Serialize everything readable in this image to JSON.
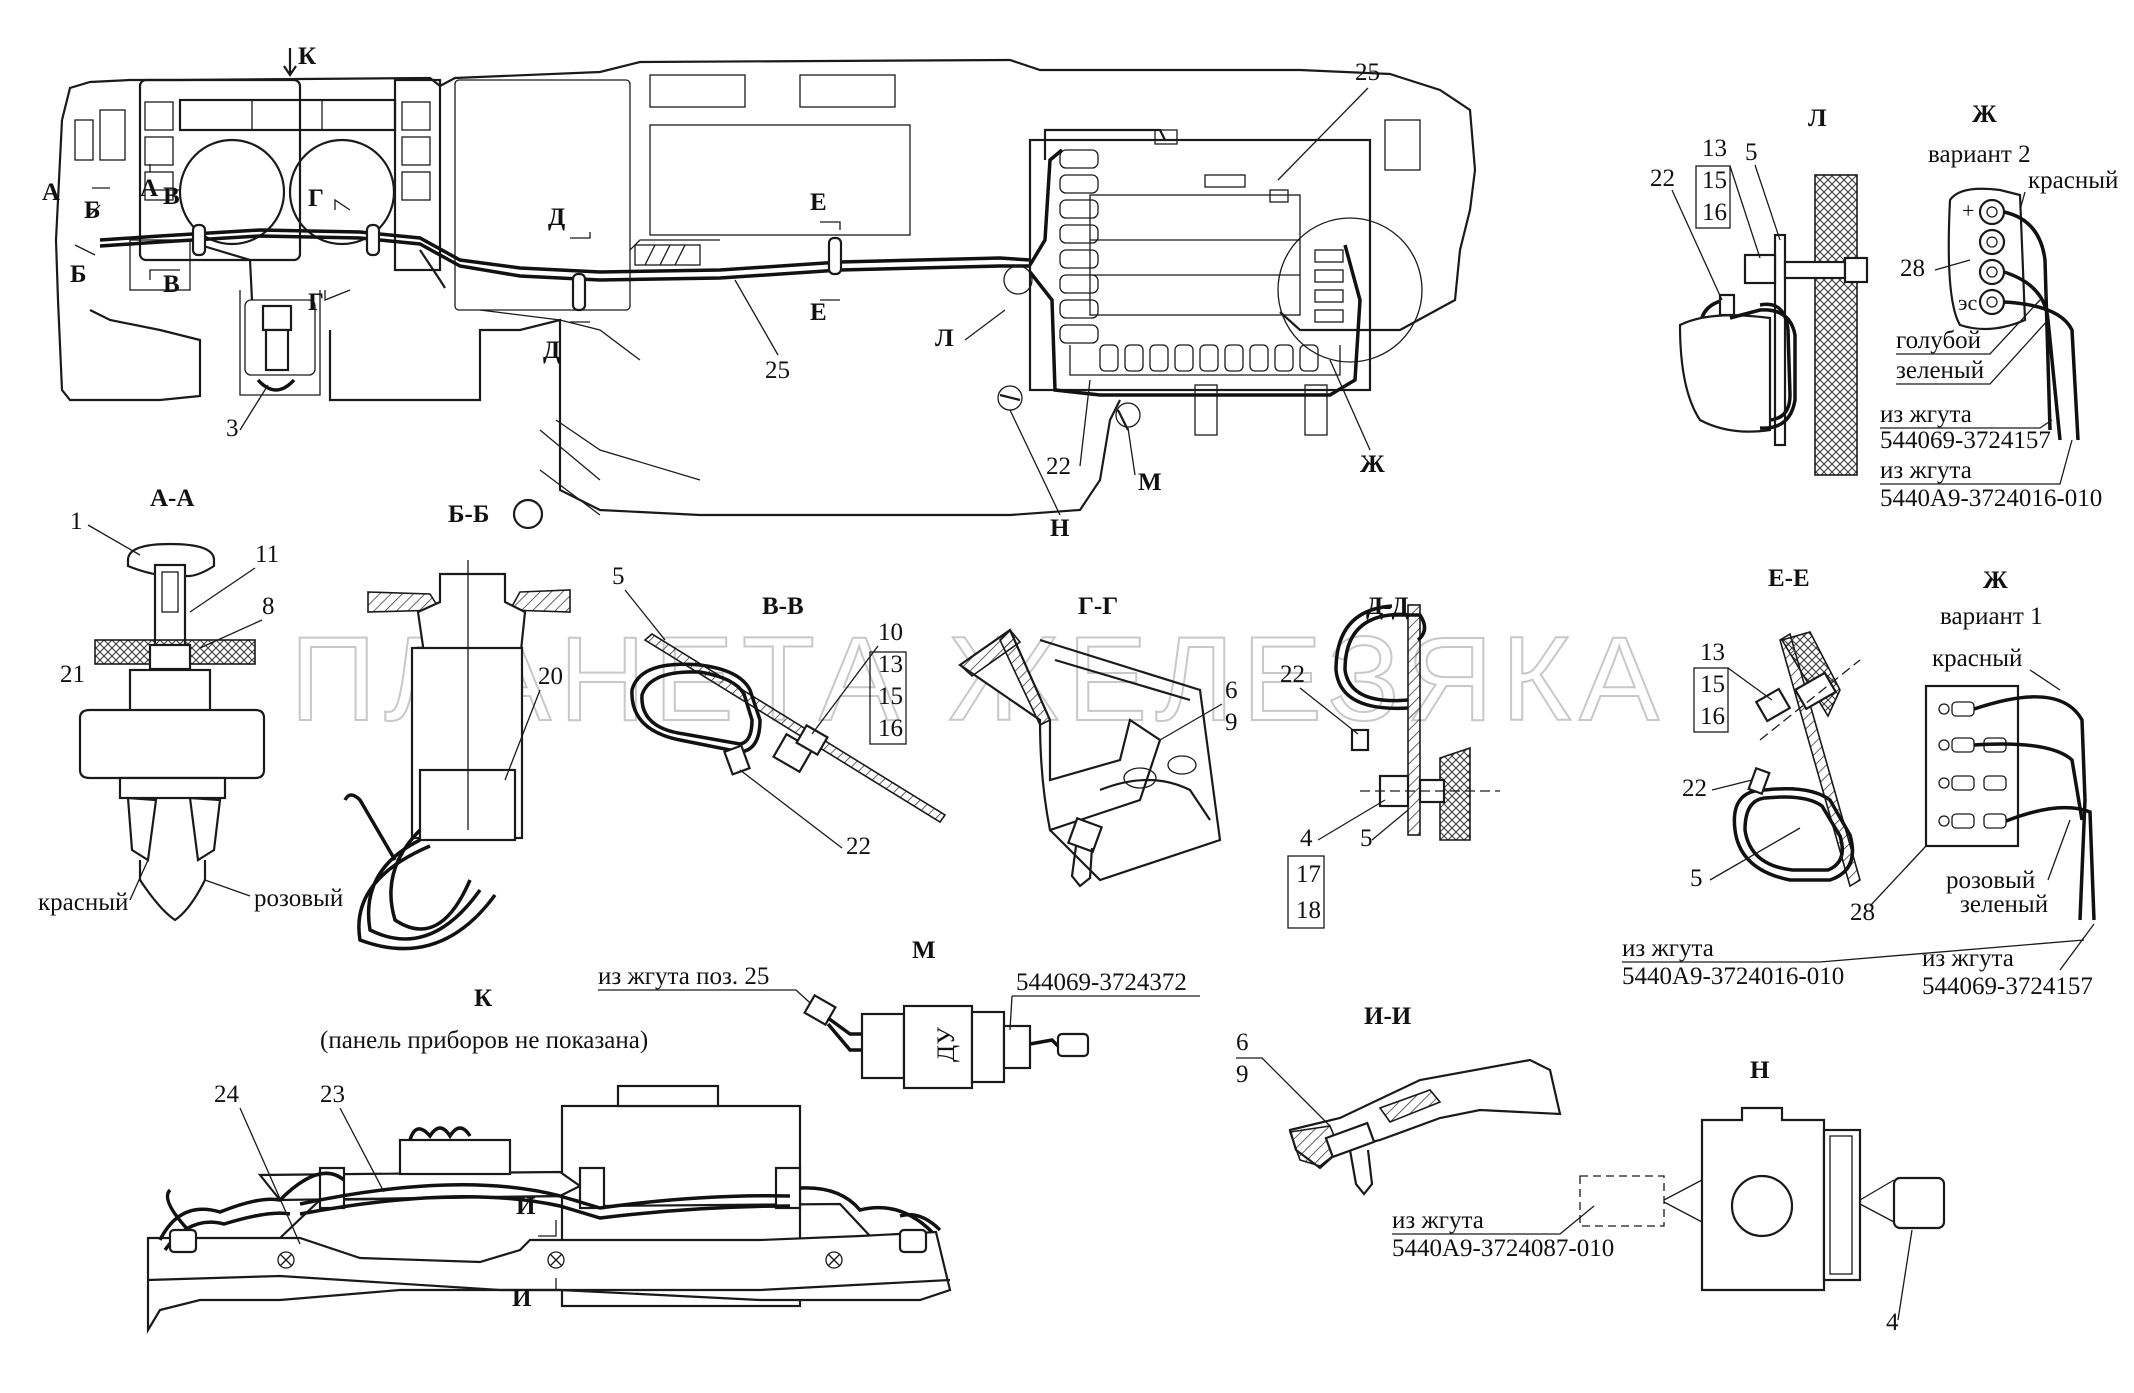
{
  "watermark": "ПЛАНЕТА ЖЕЛЕЗЯКА",
  "main_view": {
    "view_k_arrow": "К",
    "callouts": [
      "А",
      "А",
      "Б",
      "Б",
      "В",
      "В",
      "Г",
      "Г",
      "Д",
      "Д",
      "Е",
      "Е",
      "Л",
      "Н",
      "М",
      "Ж",
      "3",
      "22",
      "25",
      "25"
    ]
  },
  "section_AA": {
    "title": "А-А",
    "nums": [
      "1",
      "11",
      "8",
      "21"
    ],
    "wire_a": "красный",
    "wire_b": "розовый"
  },
  "section_BB": {
    "title": "Б-Б",
    "nums": [
      "20"
    ]
  },
  "section_VV": {
    "title": "В-В",
    "nums": [
      "5",
      "10",
      "13",
      "15",
      "16",
      "22"
    ]
  },
  "section_GG": {
    "title": "Г-Г",
    "nums": [
      "6",
      "9"
    ]
  },
  "section_DD": {
    "title": "Д-Д",
    "nums": [
      "22",
      "4",
      "17",
      "18",
      "5"
    ]
  },
  "section_EE": {
    "title": "Е-Е",
    "nums": [
      "13",
      "15",
      "16",
      "22",
      "5"
    ]
  },
  "view_L": {
    "title": "Л",
    "nums": [
      "22",
      "13",
      "15",
      "16",
      "5"
    ]
  },
  "view_Zh2": {
    "title": "Ж",
    "variant": "вариант 2",
    "num": "28",
    "wire_red": "красный",
    "wire_blue": "голубой",
    "wire_green": "зеленый",
    "from1": "из жгута",
    "harness1": "544069-3724157",
    "from2": "из жгута",
    "harness2": "5440А9-3724016-010"
  },
  "view_Zh1": {
    "title": "Ж",
    "variant": "вариант 1",
    "num": "28",
    "wire_red": "красный",
    "wire_pink": "розовый",
    "wire_green": "зеленый",
    "from1": "из жгута",
    "harness1": "5440А9-3724016-010",
    "from2": "из жгута",
    "harness2": "544069-3724157"
  },
  "view_M": {
    "title": "М",
    "from": "из жгута поз. 25",
    "part": "544069-3724372",
    "device": "ДУ"
  },
  "view_K": {
    "title": "К",
    "note": "(панель приборов не показана)",
    "nums": [
      "24",
      "23"
    ],
    "cut": "И"
  },
  "section_II": {
    "title": "И-И",
    "nums": [
      "6",
      "9"
    ],
    "from": "из жгута",
    "harness": "5440А9-3724087-010"
  },
  "view_N": {
    "title": "Н",
    "num": "4"
  }
}
